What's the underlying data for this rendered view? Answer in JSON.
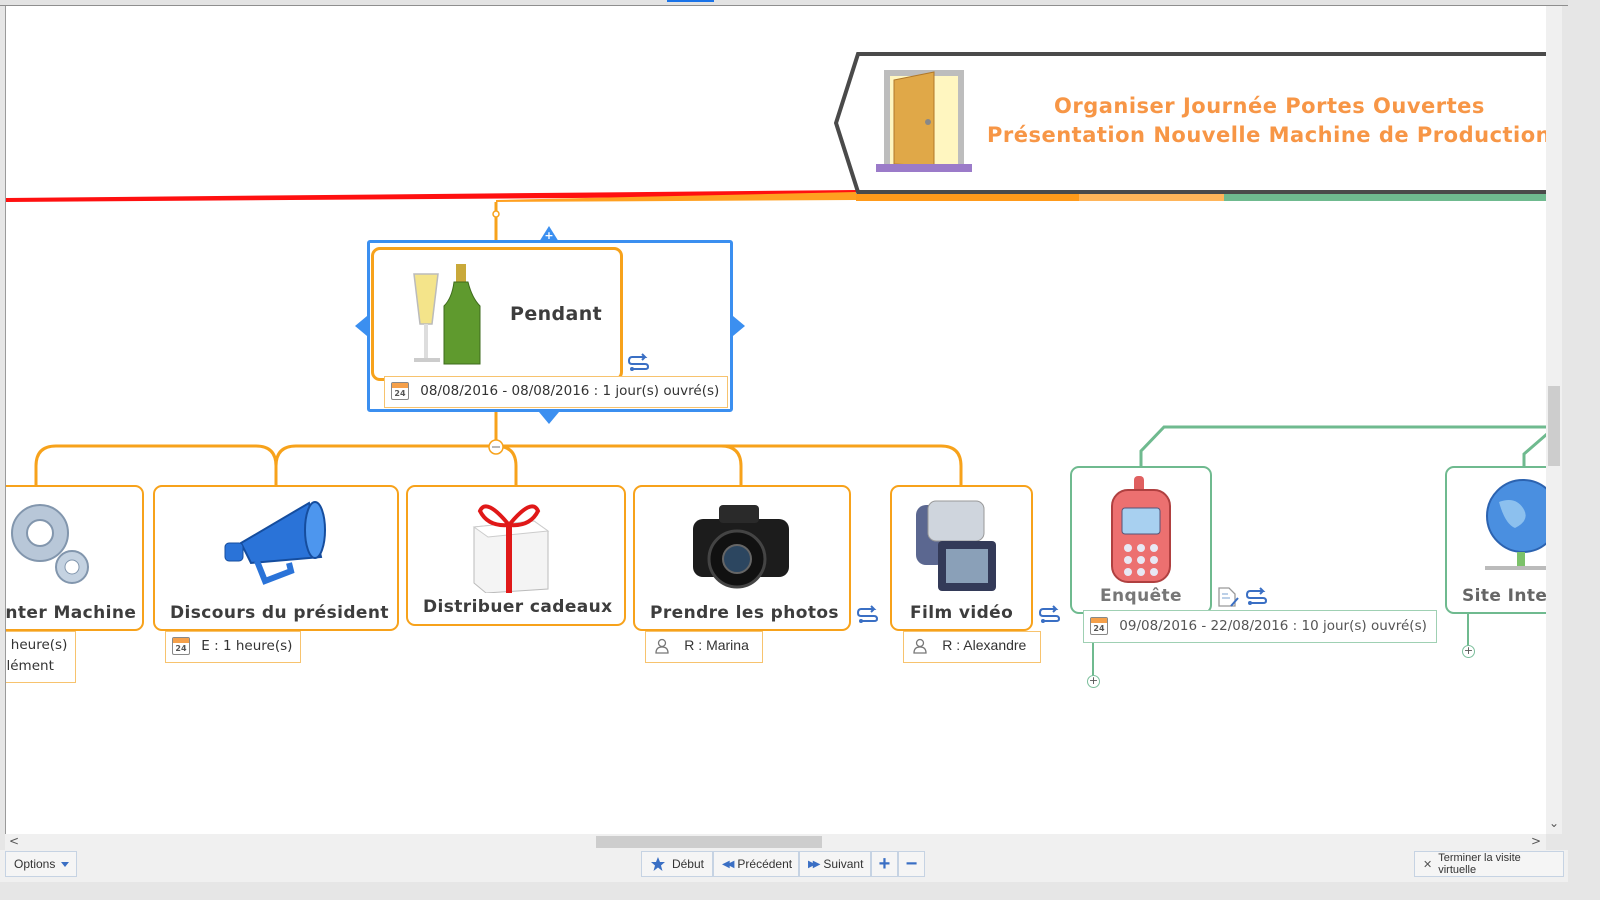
{
  "header": {
    "title_line1": "Organiser Journée Portes Ouvertes",
    "title_line2": "Présentation Nouvelle Machine de Production",
    "icon": "door-icon"
  },
  "colors": {
    "accent_orange": "#f7a21b",
    "title_orange": "#f79646",
    "selection_blue": "#3b8ff0",
    "branch_red": "#ff0000",
    "branch_green": "#6fba8f",
    "link_blue": "#3a6fc4"
  },
  "selected_node": {
    "label": "Pendant",
    "icon": "champagne-icon",
    "date_range": "08/08/2016 - 08/08/2016 : 1 jour(s) ouvré(s)",
    "calendar_day": "24"
  },
  "children": [
    {
      "label": "…nter Machine",
      "icon": "gears-icon",
      "detail_line1": "… heure(s)",
      "detail_line2": "…lément"
    },
    {
      "label": "Discours du président",
      "icon": "megaphone-icon",
      "detail": "E : 1 heure(s)",
      "detail_icon": "calendar-icon"
    },
    {
      "label": "Distribuer cadeaux",
      "icon": "gift-icon"
    },
    {
      "label": "Prendre les photos",
      "icon": "camera-icon",
      "detail": "R : Marina",
      "detail_icon": "person-icon"
    },
    {
      "label": "Film vidéo",
      "icon": "camcorder-icon",
      "detail": "R : Alexandre",
      "detail_icon": "person-icon"
    }
  ],
  "green_branch": [
    {
      "label": "Enquête",
      "icon": "mobile-phone-icon",
      "detail": "09/08/2016 - 22/08/2016 : 10 jour(s) ouvré(s)",
      "detail_icon": "calendar-icon"
    },
    {
      "label": "Site Inte…",
      "icon": "globe-network-icon"
    }
  ],
  "scrollbars": {
    "left_arrow": "<",
    "right_arrow": ">",
    "down_arrow": "⌄"
  },
  "bottom_bar": {
    "options_label": "Options",
    "debut_label": "Début",
    "precedent_label": "Précédent",
    "suivant_label": "Suivant",
    "zoom_in": "+",
    "zoom_out": "−",
    "end_tour_label": "Terminer la visite virtuelle",
    "end_tour_icon": "✕"
  }
}
